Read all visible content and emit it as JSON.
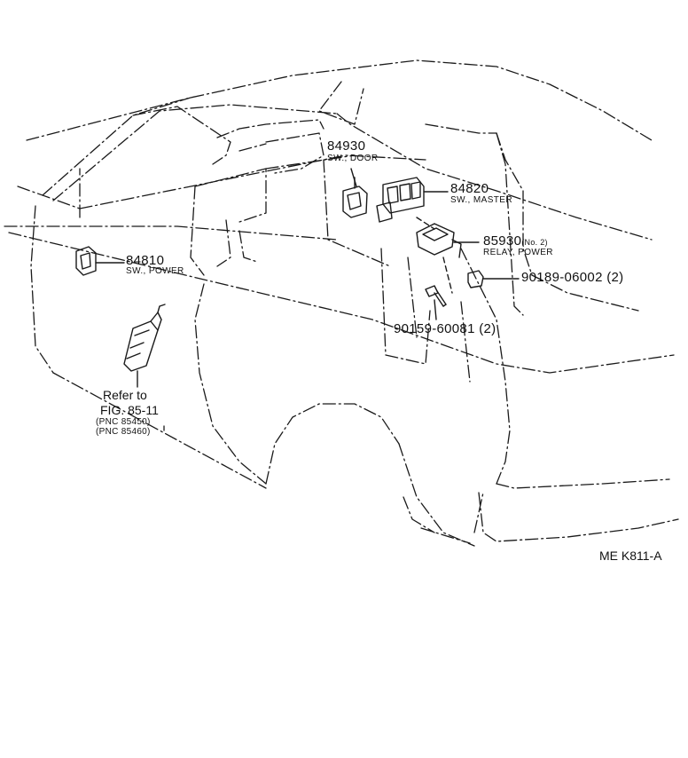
{
  "diagram_code": "ME K811-A",
  "parts": [
    {
      "id": "p84930",
      "number": "84930",
      "desc": "SW., DOOR"
    },
    {
      "id": "p84820",
      "number": "84820",
      "desc": "SW., MASTER"
    },
    {
      "id": "p85930",
      "number": "85930",
      "suffix": "(No. 2)",
      "desc": "RELAY, POWER"
    },
    {
      "id": "p90189",
      "number": "90189-06002",
      "qty": "(2)"
    },
    {
      "id": "p84810",
      "number": "84810",
      "desc": "SW., POWER"
    },
    {
      "id": "p90159",
      "number": "90159-60081",
      "qty": "(2)"
    }
  ],
  "reference": {
    "line1": "Refer to",
    "line2": "FIG. 85-11",
    "pnc1": "PNC 85450",
    "pnc2": "PNC 85460"
  },
  "colors": {
    "line": "#1a1a1a",
    "background": "#ffffff"
  }
}
